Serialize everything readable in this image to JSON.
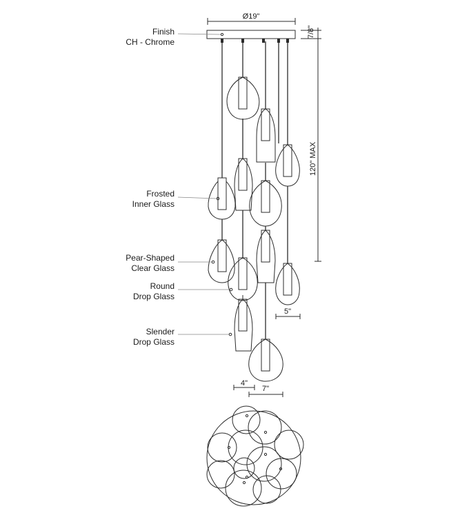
{
  "labels": {
    "finish": [
      "Finish",
      "CH - Chrome"
    ],
    "frosted": [
      "Frosted",
      "Inner Glass"
    ],
    "pear": [
      "Pear-Shaped",
      "Clear Glass"
    ],
    "round": [
      "Round",
      "Drop Glass"
    ],
    "slender": [
      "Slender",
      "Drop Glass"
    ]
  },
  "dimensions": {
    "canopy_diameter": "Ø19\"",
    "canopy_height": "7/8\"",
    "overall_height": "120\" MAX",
    "shade_width": "5\"",
    "offset_small": "4\"",
    "offset_large": "7\""
  }
}
